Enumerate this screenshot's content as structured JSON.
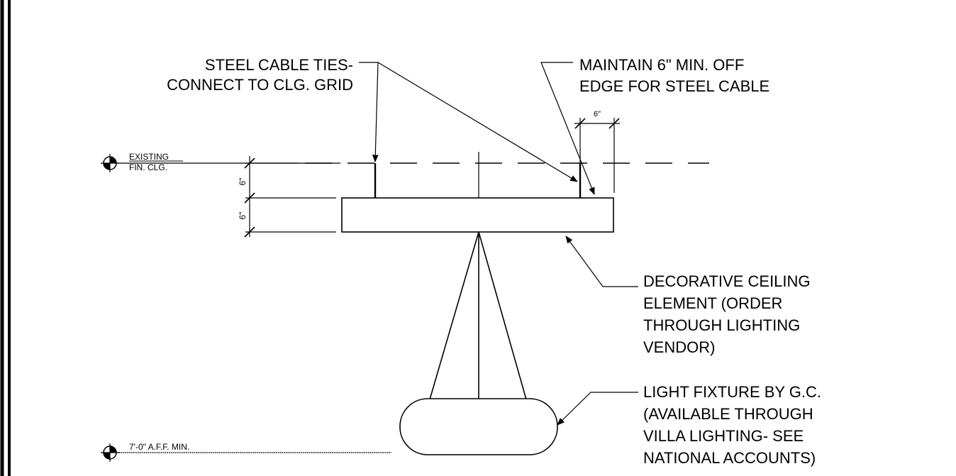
{
  "notes": {
    "steel_cable_line1": "STEEL CABLE TIES-",
    "steel_cable_line2": "CONNECT TO CLG. GRID",
    "maintain_line1": "MAINTAIN 6\" MIN. OFF",
    "maintain_line2": "EDGE FOR STEEL CABLE",
    "decorative": [
      "DECORATIVE CEILING",
      "ELEMENT (ORDER",
      "THROUGH LIGHTING",
      "VENDOR)"
    ],
    "fixture": [
      "LIGHT FIXTURE BY G.C.",
      "(AVAILABLE THROUGH",
      "VILLA LIGHTING- SEE",
      "NATIONAL ACCOUNTS)"
    ]
  },
  "levels": {
    "ceiling_line1": "EXISTING",
    "ceiling_line2": "FIN. CLG.",
    "floor": "7'-0\" A.F.F. MIN."
  },
  "dimensions": {
    "edge_offset": "6\"",
    "drop_height": "6\"",
    "element_thickness": "6\""
  }
}
